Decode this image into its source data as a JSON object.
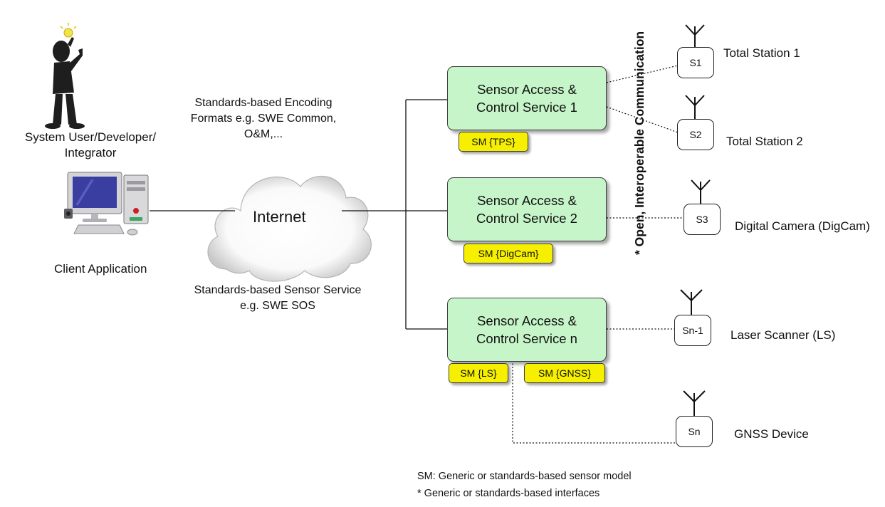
{
  "user": {
    "label_line1": "System User/Developer/",
    "label_line2": "Integrator"
  },
  "client": {
    "label": "Client Application"
  },
  "encoding_note": {
    "line1": "Standards-based Encoding",
    "line2": "Formats e.g. SWE Common,",
    "line3": "O&M,..."
  },
  "internet": {
    "label": "Internet"
  },
  "sensor_service_note": {
    "line1": "Standards-based Sensor Service",
    "line2": "e.g. SWE SOS"
  },
  "services": [
    {
      "line1": "Sensor Access &",
      "line2": "Control Service 1"
    },
    {
      "line1": "Sensor Access &",
      "line2": "Control Service 2"
    },
    {
      "line1": "Sensor Access &",
      "line2": "Control Service n"
    }
  ],
  "sensor_models": [
    "SM {TPS}",
    "SM {DigCam}",
    "SM {LS}",
    "SM {GNSS}"
  ],
  "communication_label": "* Open, Interoperable Communication",
  "sensors": [
    {
      "id": "S1",
      "label": "Total Station 1"
    },
    {
      "id": "S2",
      "label": "Total Station 2"
    },
    {
      "id": "S3",
      "label": "Digital Camera (DigCam)"
    },
    {
      "id": "Sn-1",
      "label": "Laser Scanner (LS)"
    },
    {
      "id": "Sn",
      "label": "GNSS Device"
    }
  ],
  "legend": {
    "line1": "SM: Generic or standards-based sensor model",
    "line2": "* Generic or standards-based interfaces"
  },
  "colors": {
    "service_fill": "#c6f5c9",
    "sensor_model_fill": "#f6f000",
    "cloud_fill": "#ffffff"
  }
}
